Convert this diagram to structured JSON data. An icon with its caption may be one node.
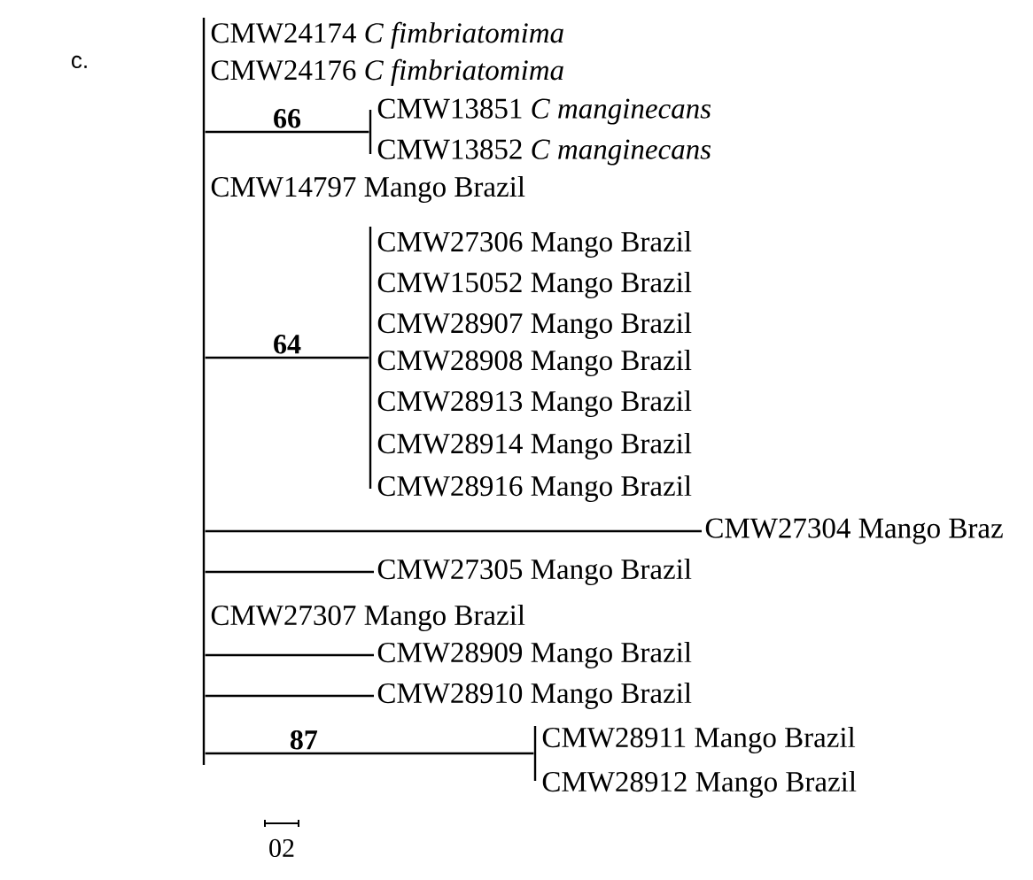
{
  "diagram": {
    "nodes": [
      {
        "text": [],
        "shape": "bar"
      },
      {
        "text": [
          "CMW24174 *C fimbriatomima*"
        ]
      },
      {
        "text": [
          "CMW24176 *C fimbriatomima*"
        ]
      },
      {
        "text": [],
        "shape": "bar"
      },
      {
        "text": [
          "CMW13851 *C manginecans*"
        ]
      },
      {
        "text": [
          "CMW13852 *C manginecans*"
        ]
      },
      {
        "text": [
          "CMW14797 Mango Brazil"
        ]
      },
      {
        "text": [],
        "shape": "bar"
      },
      {
        "text": [
          "CMW27306 Mango Brazil"
        ]
      },
      {
        "text": [
          "CMW15052 Mango Brazil"
        ]
      },
      {
        "text": [
          "CMW28907 Mango Brazil"
        ]
      },
      {
        "text": [
          "CMW28908 Mango Brazil"
        ]
      },
      {
        "text": [
          "CMW28913 Mango Brazil"
        ]
      },
      {
        "text": [
          "CMW28914 Mango Brazil"
        ]
      },
      {
        "text": [
          "CMW28916 Mango Brazil"
        ]
      },
      {
        "text": [
          "CMW27304 Mango Braz"
        ]
      },
      {
        "text": [
          "CMW27305 Mango Brazil"
        ]
      },
      {
        "text": [
          "CMW27307 Mango Brazil"
        ]
      },
      {
        "text": [
          "CMW28909 Mango Brazil"
        ]
      },
      {
        "text": [
          "CMW28910 Mango Brazil"
        ]
      },
      {
        "text": [],
        "shape": "bar"
      },
      {
        "text": [
          "CMW28911 Mango Brazil"
        ]
      },
      {
        "text": [
          "CMW28912 Mango Brazil"
        ]
      }
    ],
    "edges": [
      {
        "from": 0,
        "to": 3,
        "arrow": "none",
        "label": "66"
      },
      {
        "from": 0,
        "to": 7,
        "arrow": "none",
        "label": "64"
      },
      {
        "from": 0,
        "to": 15,
        "arrow": "none"
      },
      {
        "from": 0,
        "to": 16,
        "arrow": "none"
      },
      {
        "from": 0,
        "to": 18,
        "arrow": "none"
      },
      {
        "from": 0,
        "to": 19,
        "arrow": "none"
      },
      {
        "from": 0,
        "to": 20,
        "arrow": "none",
        "label": "87"
      }
    ],
    "labels": [
      "c.",
      "02"
    ]
  }
}
